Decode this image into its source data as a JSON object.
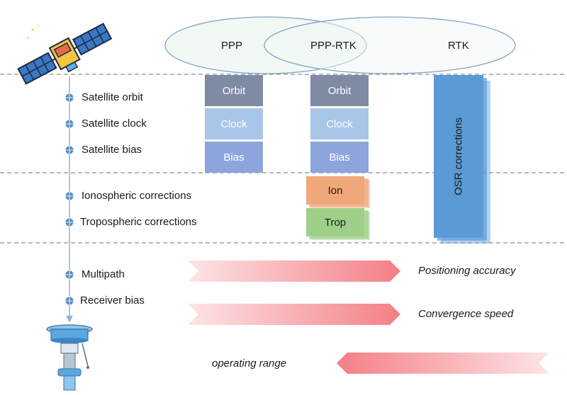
{
  "methods": {
    "ppp": "PPP",
    "ppp_rtk": "PPP-RTK",
    "rtk": "RTK"
  },
  "errors": {
    "satellite_orbit": "Satellite orbit",
    "satellite_clock": "Satellite clock",
    "satellite_bias": "Satellite bias",
    "ionospheric": "Ionospheric corrections",
    "tropospheric": "Tropospheric corrections",
    "multipath": "Multipath",
    "receiver_bias": "Receiver bias"
  },
  "ppp_boxes": {
    "orbit": "Orbit",
    "clock": "Clock",
    "bias": "Bias"
  },
  "ppp_rtk_boxes": {
    "orbit": "Orbit",
    "clock": "Clock",
    "bias": "Bias",
    "ion": "Ion",
    "trop": "Trop"
  },
  "rtk_box": "OSR corrections",
  "metrics": {
    "accuracy": "Positioning accuracy",
    "convergence": "Convergence speed",
    "range": "operating range"
  },
  "colors": {
    "orbit": "#7f8aa3",
    "clock": "#a8c6e8",
    "bias": "#8da4dc",
    "ion": "#f0a77a",
    "trop": "#9fd08a",
    "osr": "#5b9bd5",
    "arrow": "#f47f86"
  },
  "icons": {
    "satellite": "satellite-icon",
    "receiver": "gnss-receiver-icon"
  }
}
